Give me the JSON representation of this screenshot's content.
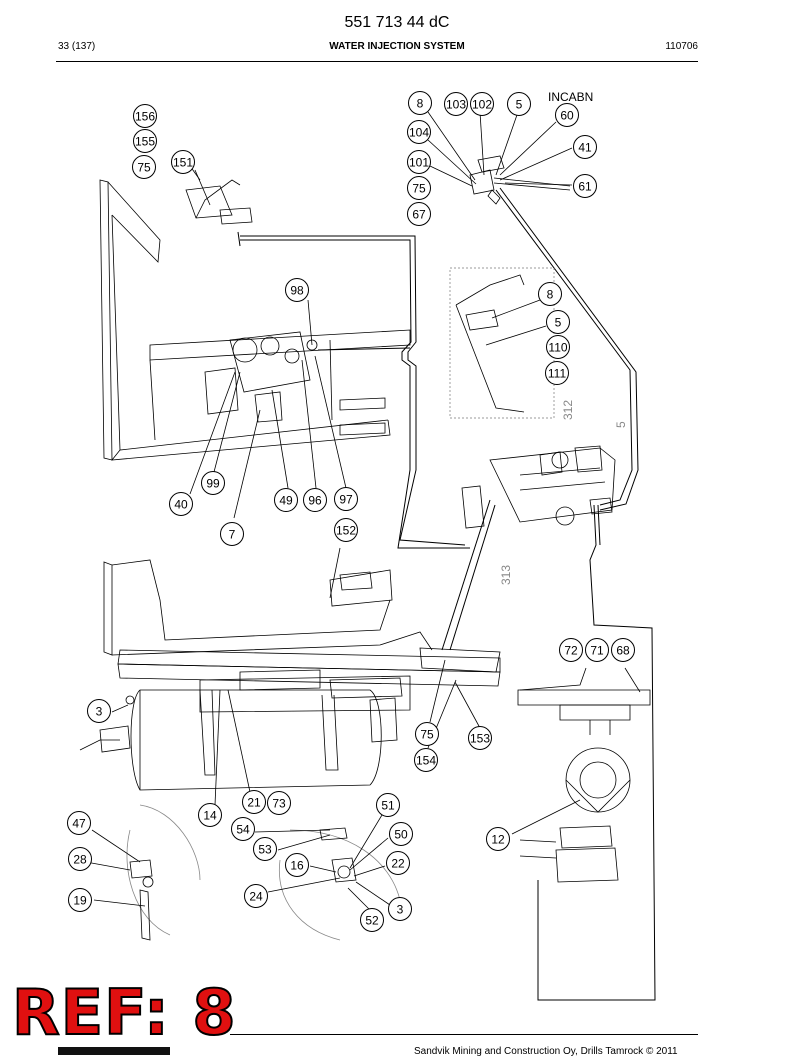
{
  "header": {
    "doc_number": "551 713 44 dC",
    "page": "33 (137)",
    "section_title": "WATER INJECTION SYSTEM",
    "date_code": "110706"
  },
  "footer": {
    "copyright": "Sandvik Mining and Construction Oy, Drills Tamrock © 2011",
    "ref_stamp": "REF: 8"
  },
  "annotations": {
    "in_cabin": "INCABN",
    "hose_312": "312",
    "hose_5": "5",
    "hose_313": "313"
  },
  "callouts": [
    "156",
    "155",
    "75",
    "151",
    "8",
    "103",
    "102",
    "5",
    "60",
    "104",
    "41",
    "101",
    "61",
    "75",
    "67",
    "98",
    "8",
    "5",
    "110",
    "111",
    "99",
    "40",
    "49",
    "96",
    "97",
    "7",
    "152",
    "72",
    "71",
    "68",
    "3",
    "75",
    "153",
    "154",
    "14",
    "21",
    "73",
    "51",
    "47",
    "54",
    "50",
    "12",
    "53",
    "28",
    "16",
    "22",
    "24",
    "3",
    "19",
    "52"
  ],
  "colors": {
    "stamp_fill": "#e01010",
    "stamp_outline": "#000000"
  }
}
